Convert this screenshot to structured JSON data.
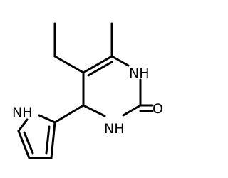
{
  "molecule": {
    "atoms": {
      "nh_pyrrole": "NH",
      "nh_ring_top": "NH",
      "nh_ring_bottom": "NH",
      "o_carbonyl": "O"
    }
  }
}
